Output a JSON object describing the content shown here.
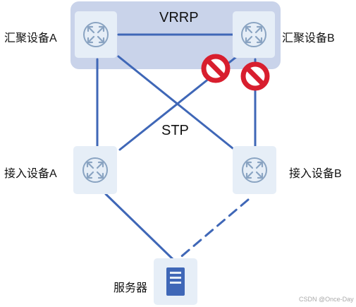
{
  "colors": {
    "link": "#3f67b7",
    "vrrp_band": "#c9d3ea",
    "device_tile": "#e6eef7",
    "device_icon": "#8aa4c2",
    "block_icon": "#d81e2e",
    "server_body": "#3f67b7"
  },
  "protocols": {
    "vrrp": "VRRP",
    "stp": "STP"
  },
  "devices": {
    "agg_a": {
      "label": "汇聚设备A",
      "icon": "switch-icon"
    },
    "agg_b": {
      "label": "汇聚设备B",
      "icon": "switch-icon"
    },
    "acc_a": {
      "label": "接入设备A",
      "icon": "switch-icon"
    },
    "acc_b": {
      "label": "接入设备B",
      "icon": "switch-icon"
    },
    "server": {
      "label": "服务器",
      "icon": "server-icon"
    }
  },
  "links": [
    {
      "from": "agg_a",
      "to": "agg_b",
      "style": "solid"
    },
    {
      "from": "agg_a",
      "to": "acc_a",
      "style": "solid"
    },
    {
      "from": "agg_a",
      "to": "acc_b",
      "style": "solid"
    },
    {
      "from": "agg_b",
      "to": "acc_a",
      "style": "solid",
      "blocked": true
    },
    {
      "from": "agg_b",
      "to": "acc_b",
      "style": "solid",
      "blocked": true
    },
    {
      "from": "acc_a",
      "to": "server",
      "style": "solid"
    },
    {
      "from": "acc_b",
      "to": "server",
      "style": "dashed"
    }
  ],
  "watermark": "CSDN @Once-Day"
}
